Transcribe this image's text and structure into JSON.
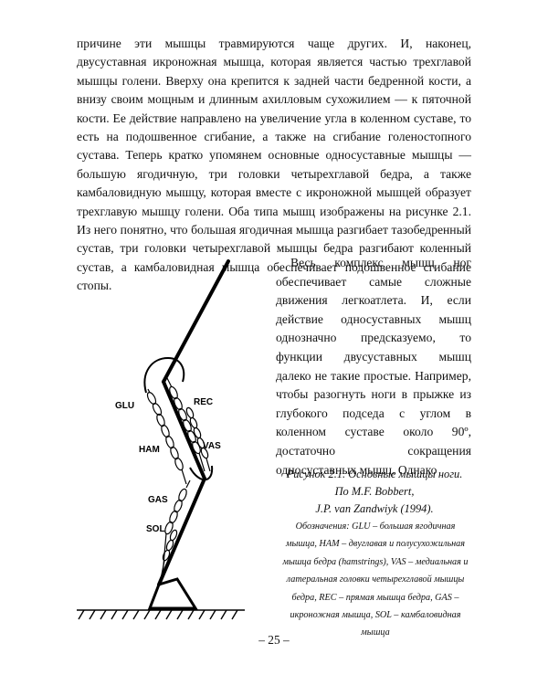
{
  "text": {
    "paragraph_1": "причине эти мышцы травмируются чаще других. И, наконец, двусуставная икроножная мышца, которая является частью трехглавой мышцы голени. Вверху она крепится к задней части бедренной кости, а внизу своим мощным и длинным ахилловым сухожилием — к пяточной кости. Ее действие направлено на увеличение угла в коленном суставе, то есть на подошвенное сгибание, а также на сгибание голеностопного сустава. Теперь кратко упомянем основные односуставные мышцы — большую ягодичную, три головки четырехглавой бедра, а также камбаловидную мышцу, которая вместе с икроножной мышцей образует трехглавую мышцу голени. Оба типа мышц изображены на рисунке 2.1. Из него понятно, что большая ягодичная мышца разгибает тазобедренный сустав, три головки четырехглавой мышцы бедра разгибают коленный сустав, а камбаловидная мышца обеспечивает подошвенное сгибание стопы.",
    "paragraph_2": "Весь комплекс мышц ног обеспечивает самые сложные движения легкоатлета. И, если действие односуставных мышц однозначно предсказуемо, то функции двусуставных мышц далеко не такие простые. Например, чтобы разогнуть ноги в прыжке из глубокого подседа с углом в коленном суставе около 90º, достаточно сокращения односуставных мышц. Однако"
  },
  "figure": {
    "labels": {
      "glu": "GLU",
      "rec": "REC",
      "ham": "HAM",
      "vas": "VAS",
      "gas": "GAS",
      "sol": "SOL"
    },
    "caption": {
      "title": "Рисунок 2.1. Основные мышцы ноги.",
      "source_1": "По M.F. Bobbert,",
      "source_2": "J.P. van Zandwiyk (1994).",
      "legend": "Обозначения: GLU – большая ягодичная мышца, HAM – двуглавая и полусухожильная мышца бедра (hamstrings), VAS – медиальная и латеральная головки четырехглавой мышцы бедра, REC – прямая мышца бедра, GAS – икроножная мышца, SOL – камбаловидная мышца"
    }
  },
  "footer": {
    "page_number": "– 25 –"
  }
}
